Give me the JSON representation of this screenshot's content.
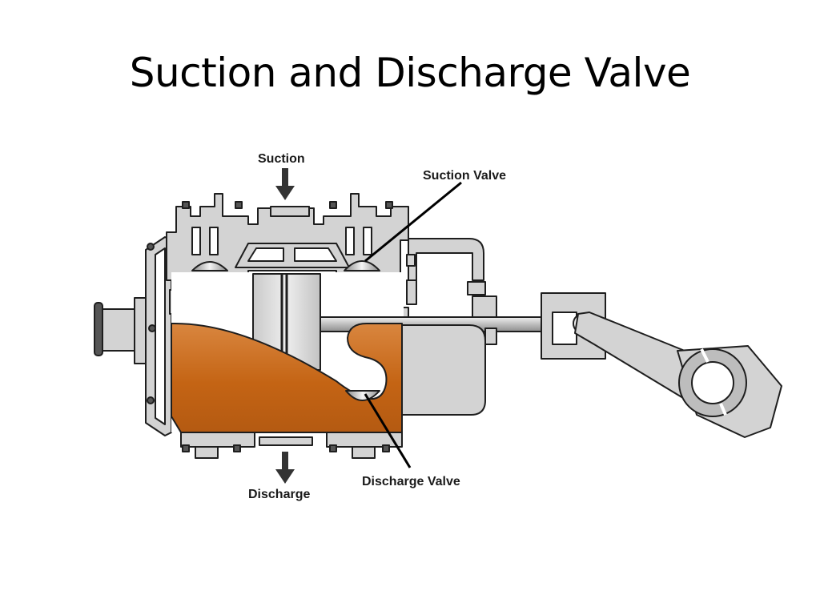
{
  "slide": {
    "title": "Suction and Discharge Valve"
  },
  "diagram": {
    "labels": {
      "suction": "Suction",
      "suction_valve": "Suction Valve",
      "discharge": "Discharge",
      "discharge_valve": "Discharge Valve"
    },
    "colors": {
      "casing_fill": "#d3d3d3",
      "casing_stroke": "#1e1e1e",
      "gas_fill": "#c8661b",
      "arrow": "#333333",
      "background": "#ffffff"
    }
  }
}
